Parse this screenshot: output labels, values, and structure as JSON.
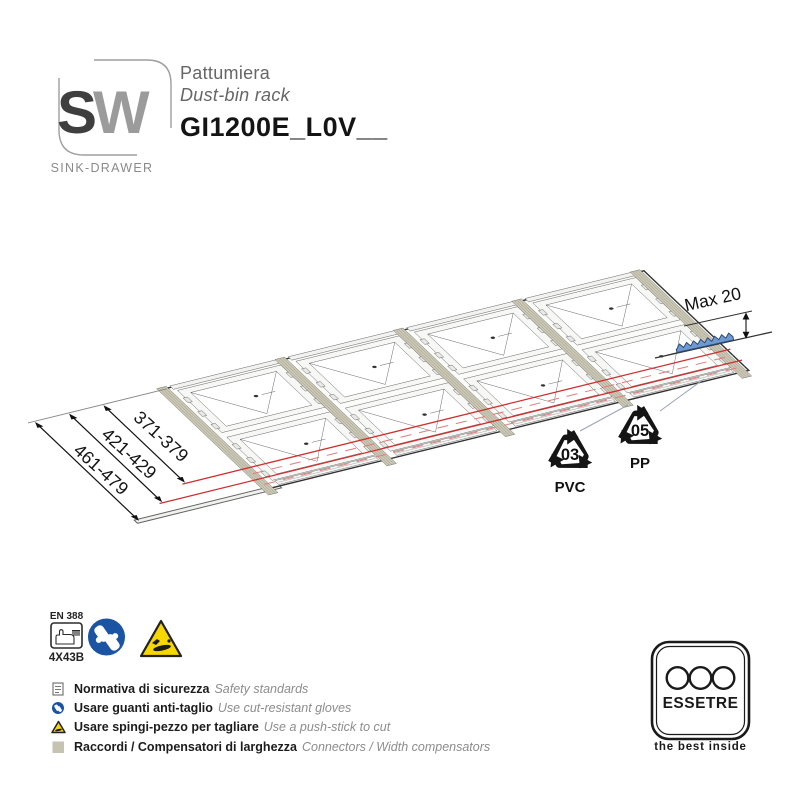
{
  "brand": {
    "letter_s": "S",
    "letter_w": "W",
    "name": "SINK-DRAWER"
  },
  "product": {
    "title_it": "Pattumiera",
    "title_en": "Dust-bin rack",
    "code": "GI1200E_L0V__"
  },
  "diagram": {
    "dims": {
      "d1": "371-379",
      "d2": "421-429",
      "d3": "461-479"
    },
    "saw_label": "Max 20",
    "material_pvc": {
      "code": "03",
      "name": "PVC"
    },
    "material_pp": {
      "code": "05",
      "name": "PP"
    }
  },
  "safety": {
    "standard": "EN 388",
    "rating": "4X43B"
  },
  "notes": {
    "n1": {
      "it": "Normativa di sicurezza",
      "en": "Safety standards"
    },
    "n2": {
      "it": "Usare guanti anti-taglio",
      "en": "Use cut-resistant gloves"
    },
    "n3": {
      "it": "Usare spingi-pezzo per tagliare",
      "en": "Use a push-stick to cut"
    },
    "n4": {
      "it": "Raccordi / Compensatori di larghezza",
      "en": "Connectors / Width compensators"
    }
  },
  "footer": {
    "brand": "ESSETRE",
    "tagline": "the best inside"
  },
  "colors": {
    "accent_red": "#d02f2f",
    "connector_beige": "#ccc9b6",
    "safety_blue": "#1b54a3",
    "warning_yellow": "#f6d800",
    "saw_blue": "#6f9ad0"
  }
}
